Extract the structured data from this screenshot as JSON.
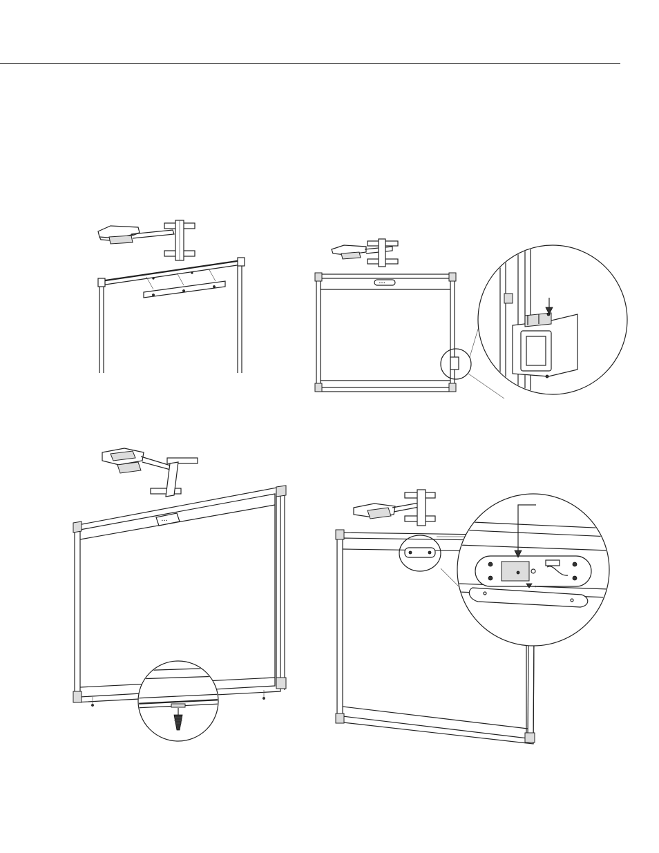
{
  "page": {
    "background": "#ffffff",
    "rule_color": "#000000"
  },
  "figures": {
    "step1": {
      "icon": "projector-bracket-mount-illustration"
    },
    "step2": {
      "icon": "whiteboard-side-bracket-detail-illustration"
    },
    "step3": {
      "icon": "whiteboard-bottom-screw-detail-illustration"
    },
    "step4": {
      "icon": "pen-tray-cable-connection-detail-illustration"
    }
  }
}
